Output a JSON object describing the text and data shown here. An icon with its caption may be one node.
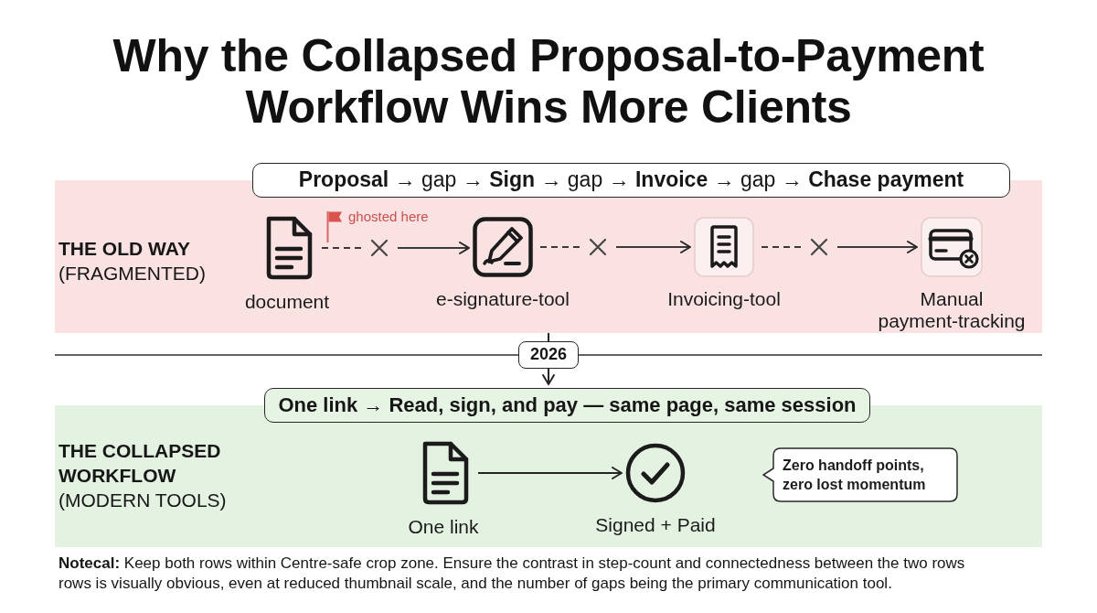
{
  "diagram": {
    "title": "Why the Collapsed Proposal-to-Payment Workflow Wins More Clients",
    "nodes": [
      {
        "text": [
          "**Proposal** → gap → **Sign** → gap → **Invoice** → gap → **Chase payment**"
        ]
      },
      {
        "text": [
          "THE OLD WAY",
          "(FRAGMENTED)"
        ]
      },
      {
        "text": [],
        "shape": "picture",
        "in": 1,
        "beside": [
          "document"
        ]
      },
      {
        "text": [],
        "shape": "picture",
        "in": 1,
        "beside": [
          "e-signature-tool"
        ]
      },
      {
        "text": [],
        "shape": "picture",
        "in": 1,
        "beside": [
          "Invoicing-tool"
        ]
      },
      {
        "text": [],
        "shape": "picture",
        "in": 1,
        "beside": [
          "Manual payment-tracking"
        ]
      },
      {
        "text": [
          "2026"
        ]
      },
      {
        "text": [
          "One link → Read, sign, and pay — same page, same session"
        ]
      },
      {
        "text": [
          "THE COLLAPSED WORKFLOW",
          "(MODERN TOOLS)"
        ]
      },
      {
        "text": [],
        "shape": "picture",
        "in": 8,
        "beside": [
          "One link"
        ]
      },
      {
        "text": [],
        "shape": "picture",
        "in": 8,
        "beside": [
          "Signed + Paid"
        ]
      },
      {
        "text": [
          "Zero handoff points, zero lost momentum"
        ],
        "in": 8
      }
    ],
    "edges": [
      {
        "from": 2,
        "to": 3,
        "arrow": "to",
        "style": "dashed"
      },
      {
        "from": 3,
        "to": 4,
        "arrow": "to",
        "style": "dashed"
      },
      {
        "from": 4,
        "to": 5,
        "arrow": "to",
        "style": "dashed"
      },
      {
        "from": 1,
        "to": 6,
        "arrow": "none"
      },
      {
        "from": 6,
        "to": 7,
        "arrow": "to"
      },
      {
        "from": 9,
        "to": 10,
        "arrow": "to"
      }
    ],
    "labels": [
      "ghosted here",
      "**Notecal:** Keep both rows within Centre-safe crop zone. Ensure the contrast in step-count and connectedness between the two rows rows is visually obvious, even at reduced thumbnail scale, and the number of gaps being the primary communication tool."
    ]
  }
}
